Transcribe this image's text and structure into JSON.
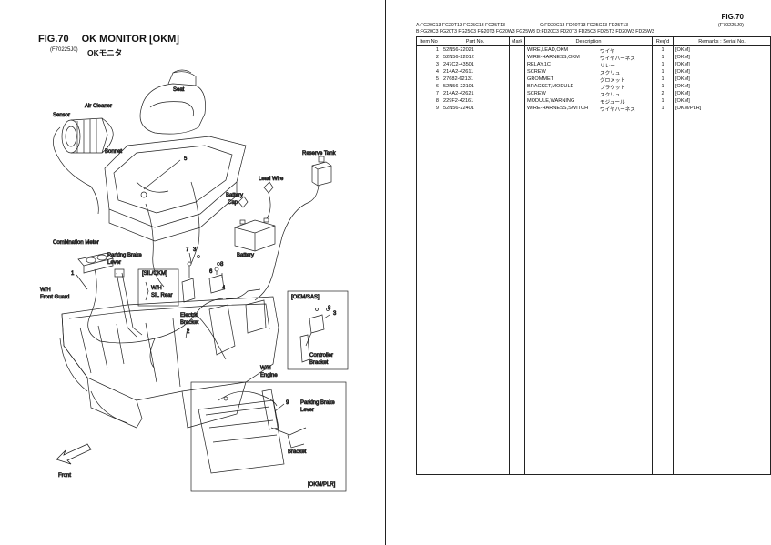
{
  "left": {
    "fig_number": "FIG.70",
    "fig_title": "OK MONITOR [OKM]",
    "fig_code": "(F70225J0)",
    "fig_title_jp": "OKモニタ",
    "labels": {
      "seat": "Seat",
      "air_cleaner": "Air Cleaner",
      "sensor": "Sensor",
      "bonnet": "Bonnet",
      "reserve_tank": "Reserve Tank",
      "lead_wire": "Lead Wire",
      "battery_cap_1": "Battery",
      "battery_cap_2": "Cap",
      "battery": "Battery",
      "combination_meter": "Combination Meter",
      "parking_brake_lever_1": "Parking Brake",
      "parking_brake_lever_2": "Lever",
      "sil_okm": "[SIL/OKM]",
      "wh_sil_rear_1": "W/H",
      "wh_sil_rear_2": "SIL Rear",
      "wh_front_guard_1": "W/H",
      "wh_front_guard_2": "Front Guard",
      "electric_bracket_1": "Electric",
      "electric_bracket_2": "Bracket",
      "okm_sas": "[OKM/SAS]",
      "controller_bracket_1": "Controller",
      "controller_bracket_2": "Bracket",
      "wh_engine_1": "W/H",
      "wh_engine_2": "Engine",
      "parking_brake_lever2_1": "Parking Brake",
      "parking_brake_lever2_2": "Lever",
      "bracket": "Bracket",
      "okm_plr": "[OKM/PLR]",
      "front": "Front"
    },
    "callouts": [
      "1",
      "2",
      "3",
      "4",
      "5",
      "6",
      "7",
      "8",
      "9"
    ]
  },
  "right": {
    "fig_number": "FIG.70",
    "fig_code": "(F70225J0)",
    "models_line1_a": "A:FG20C13  FG20T13  FG25C13  FG25T13",
    "models_line1_c": "C:FD20C13  FD20T13  FD25C13  FD25T13",
    "models_line2": "B:FG20C3  FG20T3  FG25C3  FG20T3  FG20W3  FG25W3  D:FD20C3  FD20T3  FD25C3  FD25T3  FD20W3  FD25W3",
    "headers": {
      "item_no": "Item No",
      "part_no": "Part No.",
      "mark": "Mark",
      "description": "Description",
      "reqd": "Req'd",
      "remarks": "Remarks : Serial No."
    },
    "rows": [
      {
        "no": "1",
        "part": "52N56-22021",
        "desc": "WIRE,LEAD,OKM",
        "jp": "ワイヤ",
        "qty": "1",
        "rem": "[OKM]"
      },
      {
        "no": "2",
        "part": "52N56-22012",
        "desc": "WIRE-HARNESS,OKM",
        "jp": "ワイヤハーネス",
        "qty": "1",
        "rem": "[OKM]"
      },
      {
        "no": "3",
        "part": "247C2-43501",
        "desc": "RELAY,1C",
        "jp": "リレー",
        "qty": "1",
        "rem": "[OKM]"
      },
      {
        "no": "4",
        "part": "214A2-42611",
        "desc": "SCREW",
        "jp": "スクリュ",
        "qty": "1",
        "rem": "[OKM]"
      },
      {
        "no": "5",
        "part": "27682-62131",
        "desc": "GROMMET",
        "jp": "グロメット",
        "qty": "1",
        "rem": "[OKM]"
      },
      {
        "no": "6",
        "part": "52N56-22101",
        "desc": "BRACKET,MODULE",
        "jp": "ブラケット",
        "qty": "1",
        "rem": "[OKM]"
      },
      {
        "no": "7",
        "part": "214A2-42621",
        "desc": "SCREW",
        "jp": "スクリュ",
        "qty": "2",
        "rem": "[OKM]"
      },
      {
        "no": "8",
        "part": "229F2-42161",
        "desc": "MODULE,WARNING",
        "jp": "モジュール",
        "qty": "1",
        "rem": "[OKM]"
      },
      {
        "no": "9",
        "part": "52N56-22401",
        "desc": "WIRE-HARNESS,SWITCH",
        "jp": "ワイヤハーネス",
        "qty": "1",
        "rem": "[OKM/PLR]"
      }
    ]
  }
}
